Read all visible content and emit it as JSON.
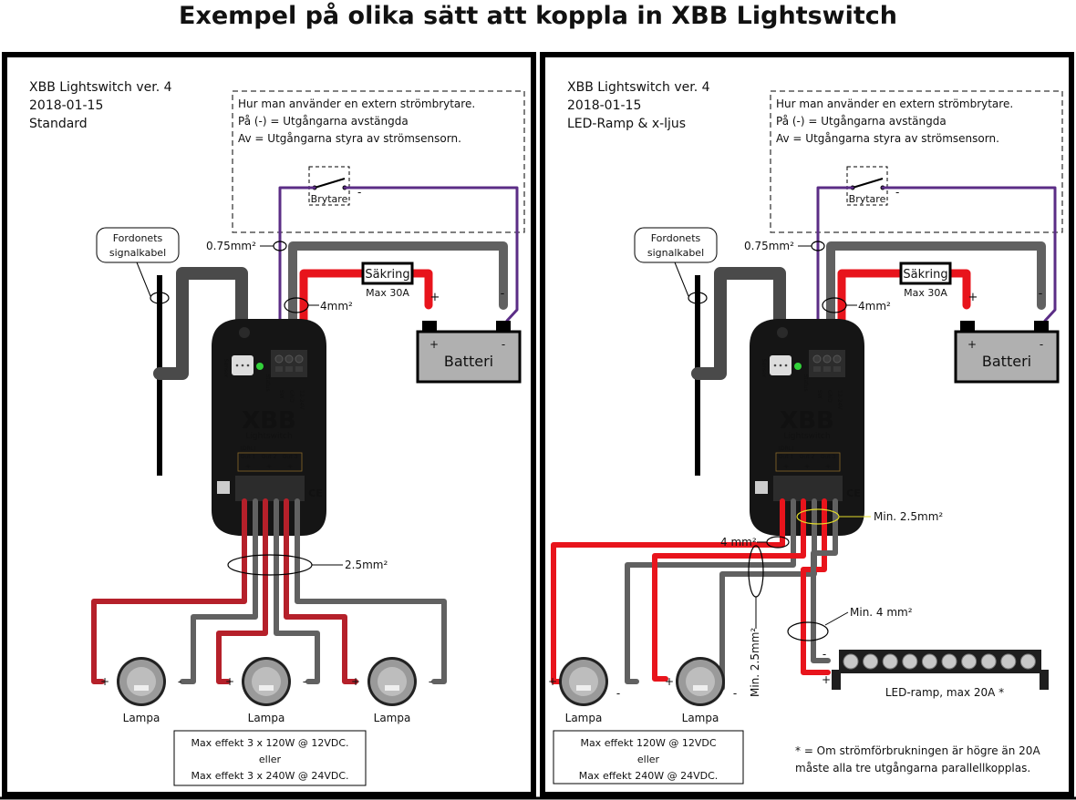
{
  "title": "Exempel på olika sätt att koppla in XBB Lightswitch",
  "colors": {
    "red": "#e8141c",
    "darkred": "#b5202a",
    "gray": "#616161",
    "darkgray": "#4a4a4a",
    "purple": "#5b2d86",
    "yellow": "#e4dc2a",
    "device": "#151515"
  },
  "left": {
    "info": [
      "XBB Lightswitch ver. 4",
      "2018-01-15",
      "Standard"
    ],
    "switch_note": [
      "Hur man använder en extern strömbrytare.",
      "På (-) = Utgångarna avstängda",
      "Av = Utgångarna styra av strömsensorn."
    ],
    "switch_label": "Brytare",
    "switch_minus": "-",
    "signal_label": [
      "Fordonets",
      "signalkabel"
    ],
    "wire_075": "0.75mm²",
    "wire_4": "4mm²",
    "fuse": "Säkring",
    "fuse_max": "Max 30A",
    "plus": "+",
    "minus": "-",
    "battery": "Batteri",
    "wire_25": "2.5mm²",
    "lamps": [
      "Lampa",
      "Lampa",
      "Lampa"
    ],
    "max_box": [
      "Max effekt 3 x 120W @ 12VDC.",
      "eller",
      "Max effekt 3 x 240W @ 24VDC."
    ]
  },
  "right": {
    "info": [
      "XBB Lightswitch ver. 4",
      "2018-01-15",
      "LED-Ramp & x-ljus"
    ],
    "switch_note": [
      "Hur man använder en extern strömbrytare.",
      "På (-) = Utgångarna avstängda",
      "Av = Utgångarna styra av strömsensorn."
    ],
    "switch_label": "Brytare",
    "switch_minus": "-",
    "signal_label": [
      "Fordonets",
      "signalkabel"
    ],
    "wire_075": "0.75mm²",
    "wire_4": "4mm²",
    "fuse": "Säkring",
    "fuse_max": "Max 30A",
    "plus": "+",
    "minus": "-",
    "battery": "Batteri",
    "wire_min25": "Min. 2.5mm²",
    "wire_4b": "4 mm²",
    "wire_min25_vertical": "Min. 2.5mm²",
    "wire_min4": "Min. 4 mm²",
    "lamps": [
      "Lampa",
      "Lampa"
    ],
    "ledramp": "LED-ramp, max 20A *",
    "max_box": [
      "Max effekt 120W @ 12VDC",
      "eller",
      "Max effekt 240W @ 24VDC."
    ],
    "footnote": [
      "* = Om strömförbrukningen är högre än 20A",
      "måste alla tre utgångarna  parallellkopplas."
    ]
  },
  "device": {
    "brand": "XBB",
    "product": "Lightswitch",
    "sensor": "Sensor",
    "status": "Status",
    "pins": [
      "SW",
      "GND",
      "12-24V"
    ],
    "drl": "(DRL)",
    "outputs": [
      "Out 1",
      "Out 2",
      "Out 3"
    ],
    "ce": "CE"
  }
}
